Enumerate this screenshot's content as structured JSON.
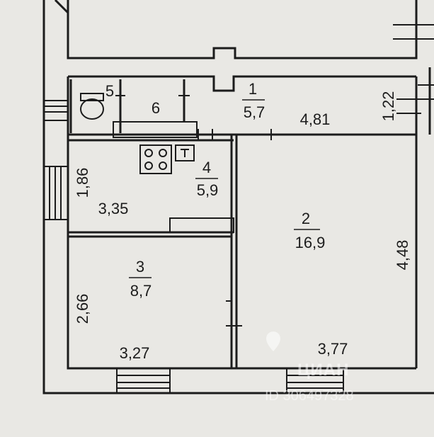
{
  "rooms": [
    {
      "number": "1",
      "area": "5,7"
    },
    {
      "number": "2",
      "area": "16,9"
    },
    {
      "number": "3",
      "area": "8,7"
    },
    {
      "number": "4",
      "area": "5,9"
    },
    {
      "number": "5"
    },
    {
      "number": "6"
    }
  ],
  "dimensions": {
    "corridor_width": "4,81",
    "corridor_depth": "1,22",
    "kitchen_depth": "1,86",
    "kitchen_width": "3,35",
    "bedroom_depth": "2,66",
    "bedroom_width": "3,27",
    "living_depth": "4,48",
    "living_width": "3,77"
  },
  "watermark": {
    "brand": "ЦИАН",
    "id": "ID 306497328"
  }
}
